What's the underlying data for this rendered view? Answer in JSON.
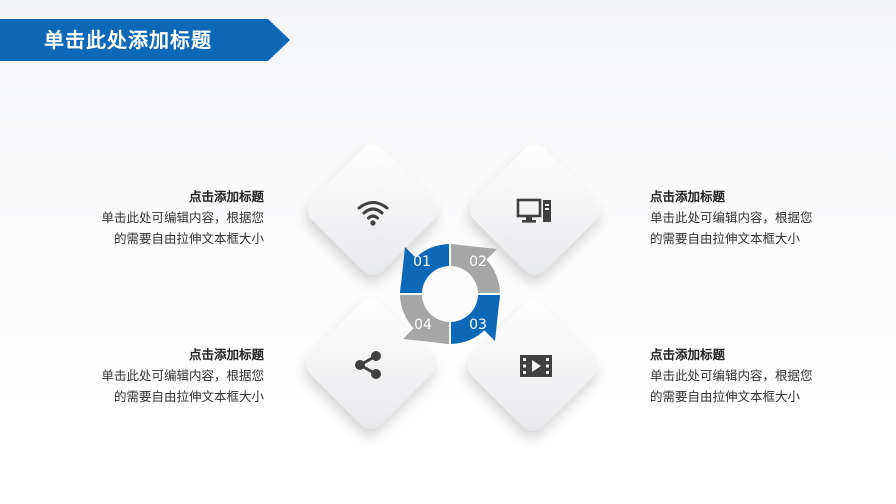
{
  "header": {
    "title": "单击此处添加标题"
  },
  "accent_color": "#0e68b8",
  "gray_color": "#a6a6a6",
  "segments": [
    {
      "label": "01"
    },
    {
      "label": "02"
    },
    {
      "label": "03"
    },
    {
      "label": "04"
    }
  ],
  "tiles": [
    {
      "icon": "wifi-icon"
    },
    {
      "icon": "computer-icon"
    },
    {
      "icon": "share-icon"
    },
    {
      "icon": "video-icon"
    }
  ],
  "blocks": [
    {
      "heading": "点击添加标题",
      "line1": "单击此处可编辑内容，根据您",
      "line2": "的需要自由拉伸文本框大小"
    },
    {
      "heading": "点击添加标题",
      "line1": "单击此处可编辑内容，根据您",
      "line2": "的需要自由拉伸文本框大小"
    },
    {
      "heading": "点击添加标题",
      "line1": "单击此处可编辑内容，根据您",
      "line2": "的需要自由拉伸文本框大小"
    },
    {
      "heading": "点击添加标题",
      "line1": "单击此处可编辑内容，根据您",
      "line2": "的需要自由拉伸文本框大小"
    }
  ]
}
